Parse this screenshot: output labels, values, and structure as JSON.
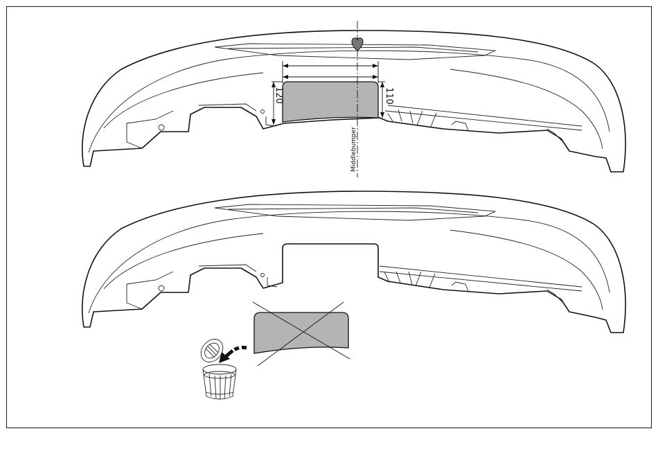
{
  "diagram": {
    "dimension_left": "120",
    "dimension_right": "110",
    "centerline_label": "Middlebumper",
    "cutout_fill_color": "#b4b4b4",
    "line_color": "#111111",
    "icons": [
      "heart-marker-icon",
      "trash-can-icon",
      "discard-arrow-icon"
    ]
  }
}
